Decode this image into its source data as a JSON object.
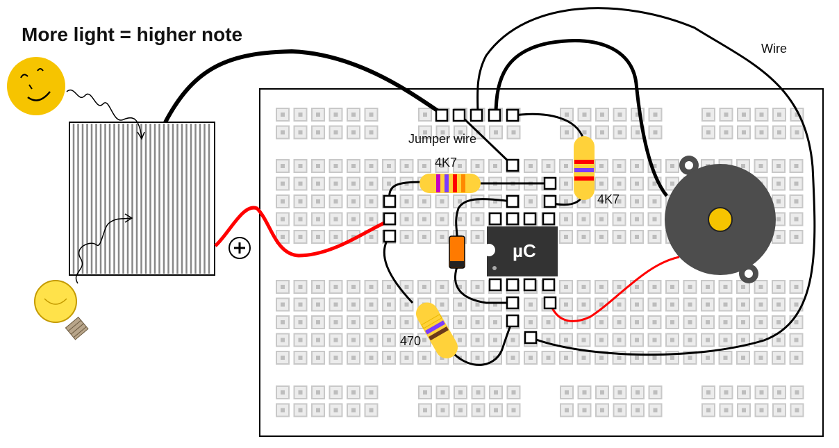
{
  "title": "More light = higher note",
  "labels": {
    "jumper": "Jumper wire",
    "wire": "Wire",
    "resistor_top": "4K7",
    "resistor_right": "4K7",
    "resistor_low": "470",
    "chip": "µC"
  },
  "icons": {
    "sun": "sun-face-icon",
    "bulb": "light-bulb-icon",
    "plus": "plus-terminal-icon",
    "buzzer": "piezo-buzzer-icon",
    "solar": "solar-panel-icon"
  },
  "colors": {
    "wire_black": "#000000",
    "wire_red": "#ff0000",
    "resistor_body": "#ffd23a",
    "sun": "#f6c400",
    "buzzer": "#4d4d4d",
    "chip": "#333333",
    "hole": "#c8c8c8"
  }
}
